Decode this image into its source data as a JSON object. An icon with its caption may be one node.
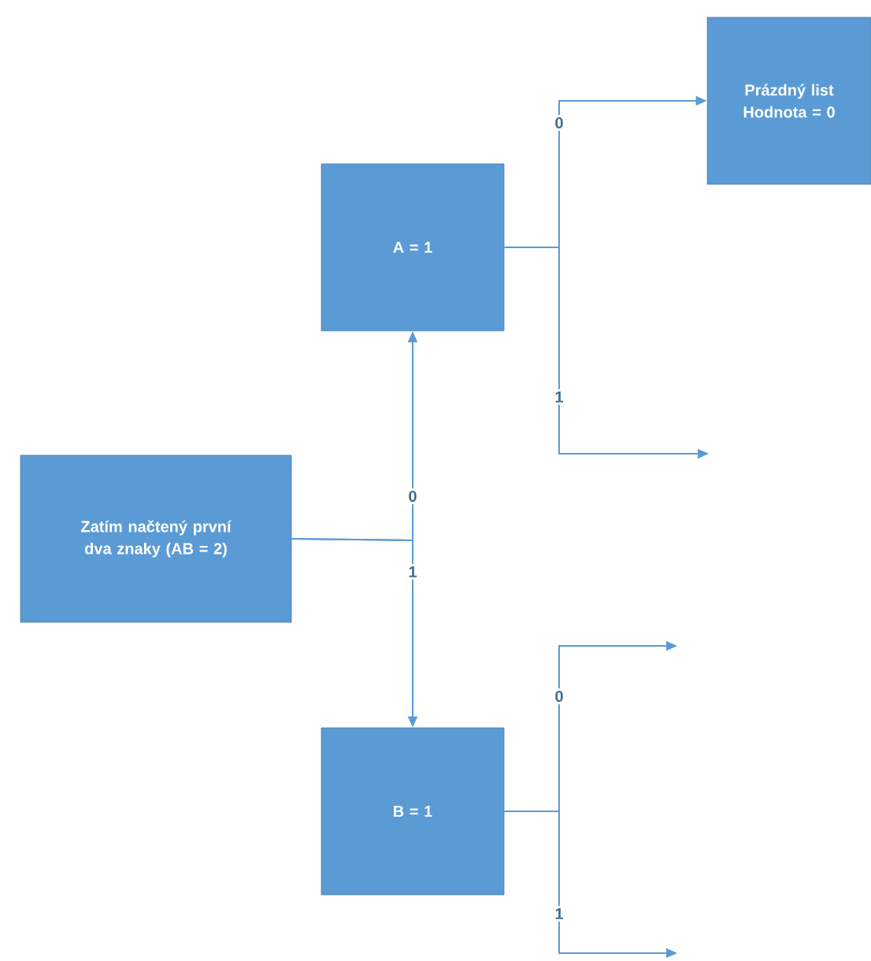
{
  "diagram": {
    "nodes": [
      {
        "text": [
          "Zatím načtený první dva znaky (AB = 2)"
        ]
      },
      {
        "text": [
          "A = 1"
        ]
      },
      {
        "text": [
          "B = 1"
        ]
      },
      {
        "text": [
          "Prázdný list Hodnota = 0"
        ]
      }
    ],
    "edges": [
      {
        "from": 0,
        "to": 1,
        "arrow": "to",
        "label": "0"
      },
      {
        "from": 0,
        "to": 2,
        "arrow": "to",
        "label": "1"
      },
      {
        "from": 1,
        "to": 3,
        "arrow": "to",
        "label": "0"
      },
      {
        "from": 1,
        "to": null,
        "arrow": "to",
        "label": "1"
      },
      {
        "from": 2,
        "to": null,
        "arrow": "to",
        "label": "0"
      },
      {
        "from": 2,
        "to": null,
        "arrow": "to",
        "label": "1"
      }
    ]
  }
}
